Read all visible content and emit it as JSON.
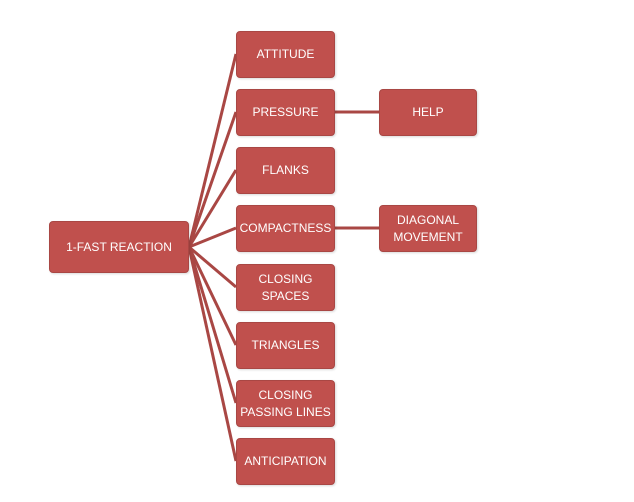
{
  "diagram": {
    "root": {
      "label": "1-FAST REACTION"
    },
    "children": [
      {
        "label": "ATTITUDE"
      },
      {
        "label": "PRESSURE",
        "sub": "HELP"
      },
      {
        "label": "FLANKS"
      },
      {
        "label": "COMPACTNESS",
        "sub": "DIAGONAL\nMOVEMENT"
      },
      {
        "label": "CLOSING\nSPACES"
      },
      {
        "label": "TRIANGLES"
      },
      {
        "label": "CLOSING\nPASSING LINES"
      },
      {
        "label": "ANTICIPATION"
      }
    ]
  },
  "colors": {
    "node_fill": "#c0504d",
    "node_border": "#a94744",
    "connector": "#a94744",
    "text": "#ffffff"
  }
}
